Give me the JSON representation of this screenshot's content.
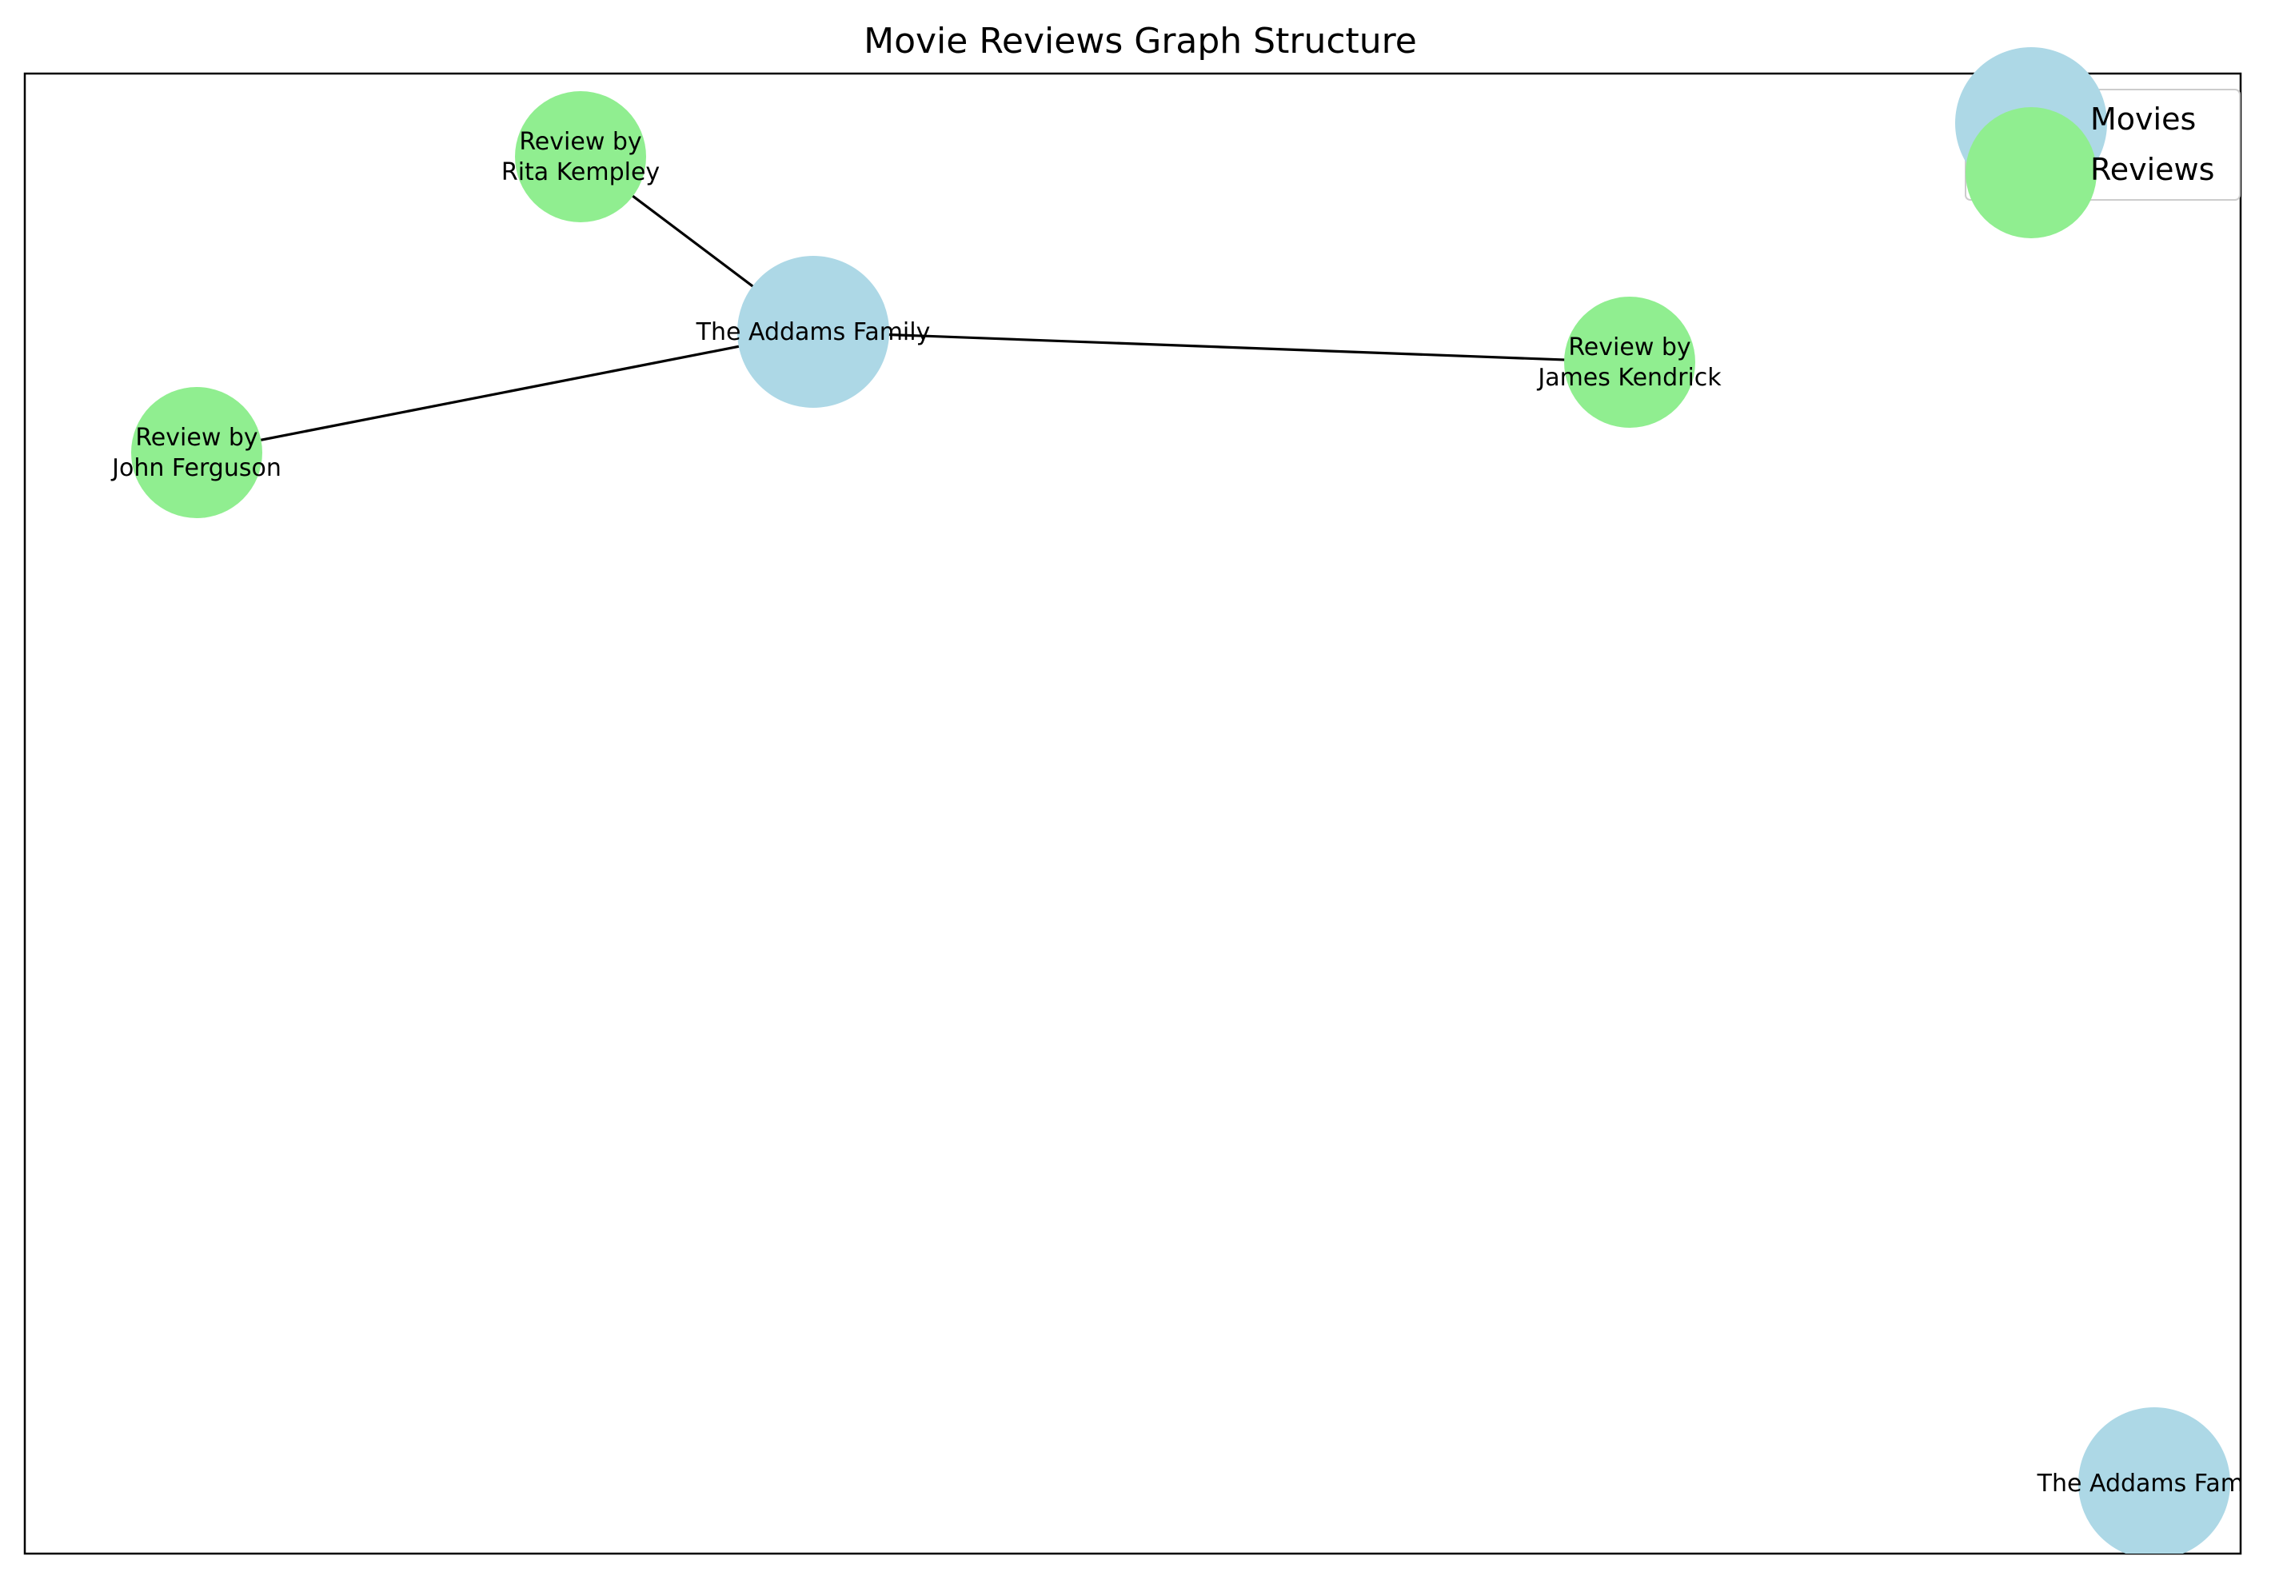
{
  "title": "Movie Reviews Graph Structure",
  "colors": {
    "movie": "#add8e6",
    "review": "#90ee90",
    "edge": "#000000",
    "frame": "#000000"
  },
  "legend": {
    "movies": "Movies",
    "reviews": "Reviews"
  },
  "nodes": [
    {
      "id": "movie_main",
      "type": "movie",
      "lines": [
        "The Addams Family"
      ]
    },
    {
      "id": "review_rita",
      "type": "review",
      "lines": [
        "Review by",
        "Rita Kempley"
      ]
    },
    {
      "id": "review_james",
      "type": "review",
      "lines": [
        "Review by",
        "James Kendrick"
      ]
    },
    {
      "id": "review_john",
      "type": "review",
      "lines": [
        "Review by",
        "John Ferguson"
      ]
    },
    {
      "id": "movie_isolated",
      "type": "movie",
      "lines": [
        "The Addams Family"
      ]
    }
  ],
  "edges": [
    [
      "movie_main",
      "review_rita"
    ],
    [
      "movie_main",
      "review_james"
    ],
    [
      "movie_main",
      "review_john"
    ]
  ]
}
